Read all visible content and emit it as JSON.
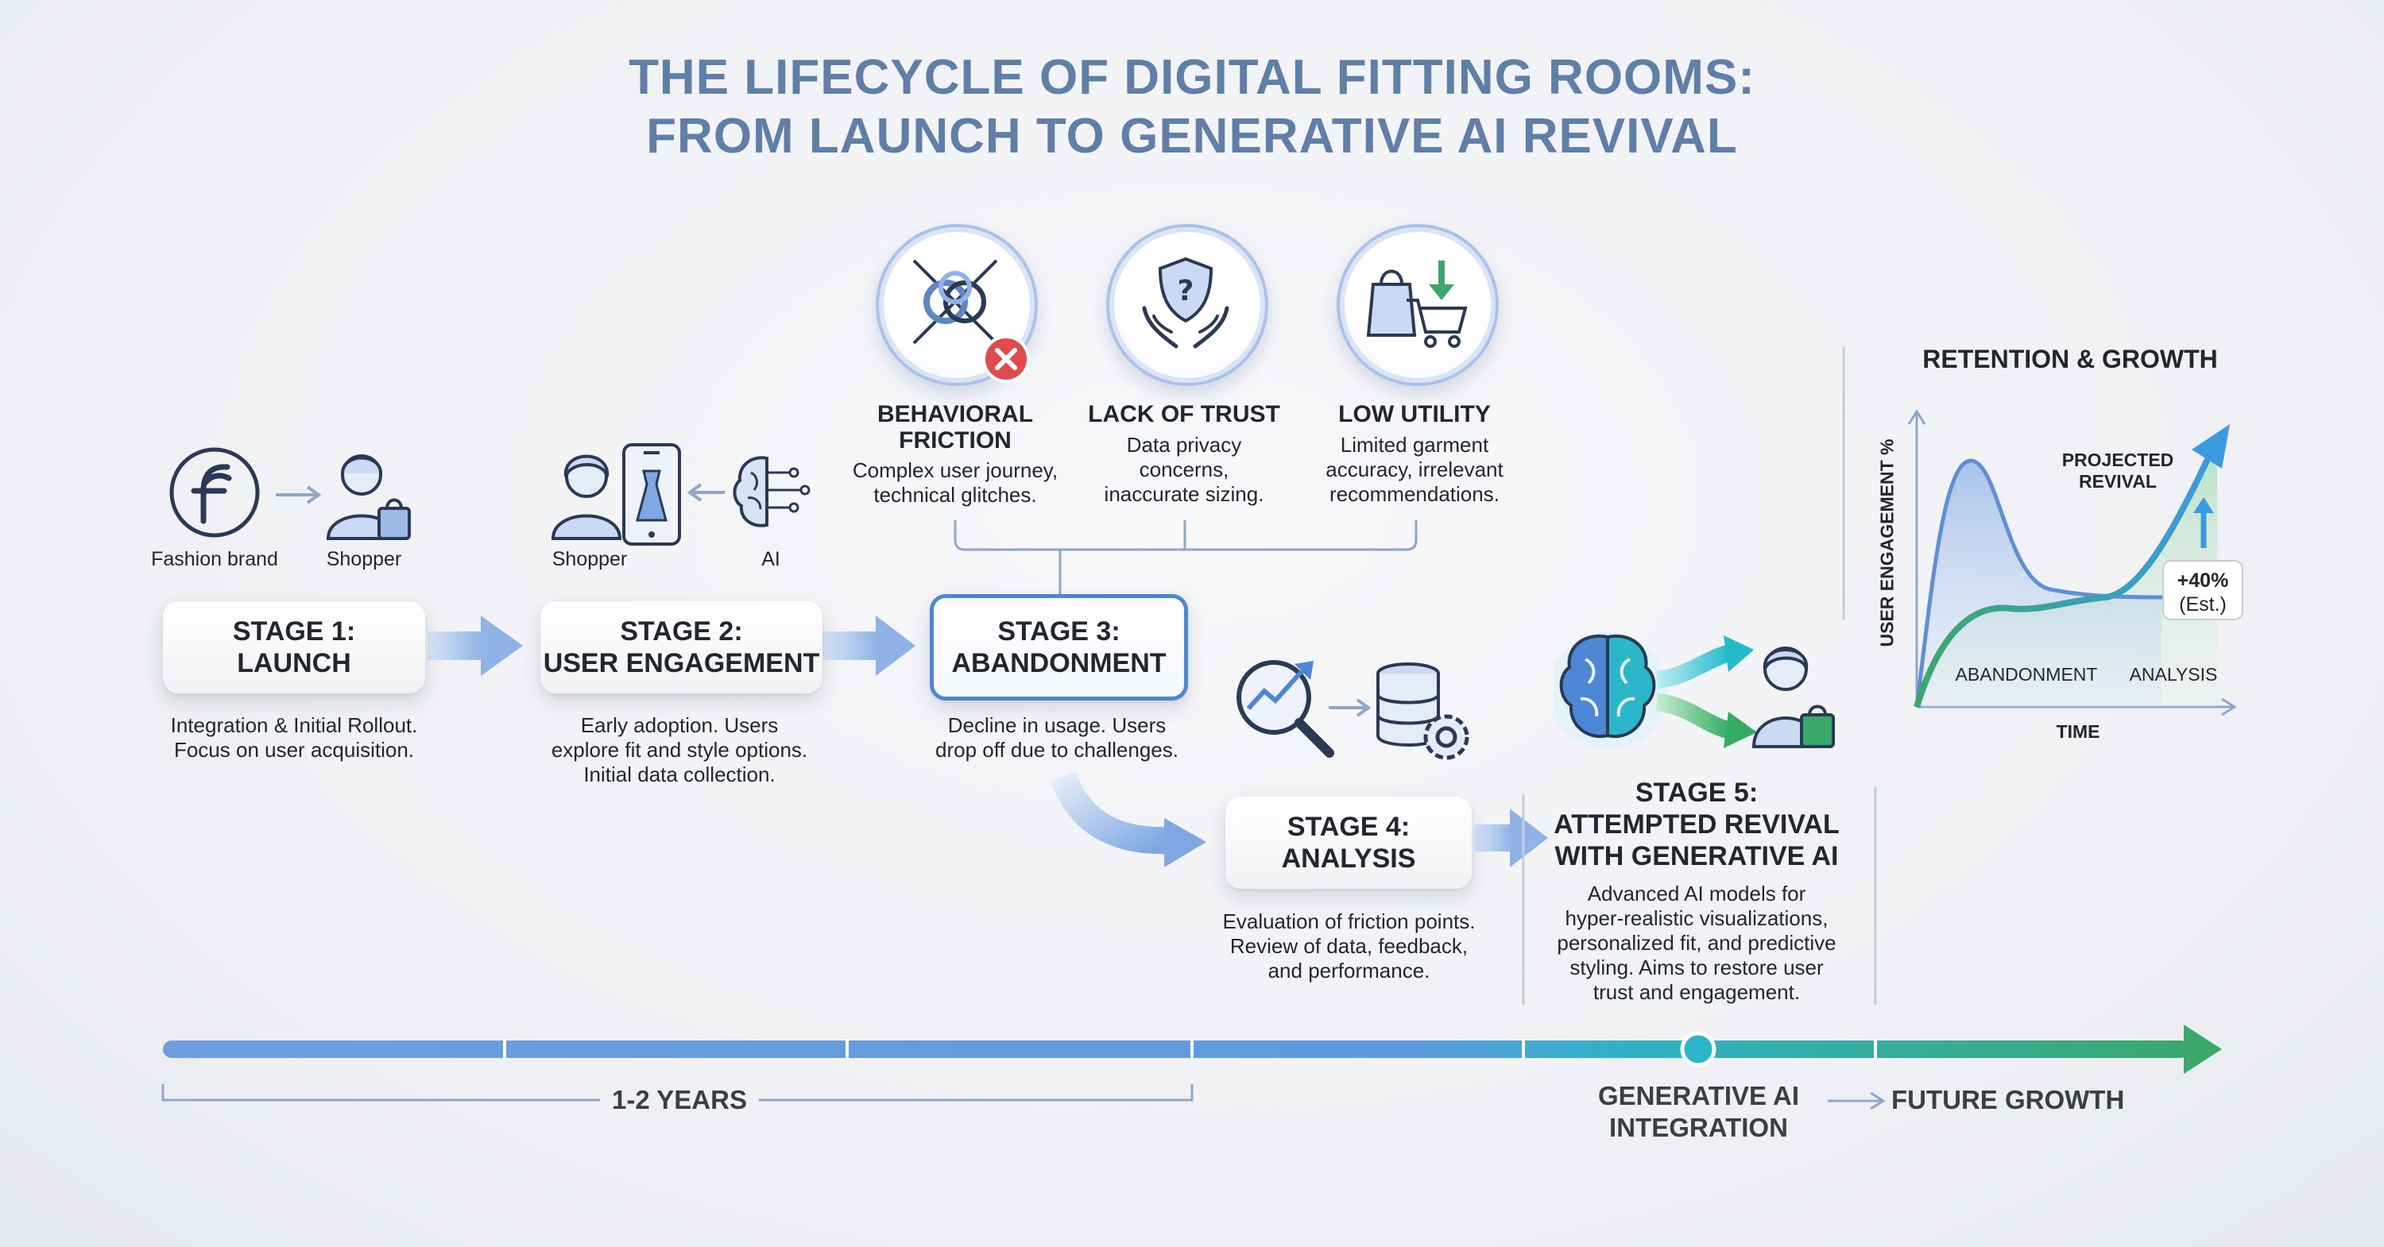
{
  "title": {
    "line1": "THE LIFECYCLE OF DIGITAL FITTING ROOMS:",
    "line2": "FROM LAUNCH TO GENERATIVE AI REVIVAL"
  },
  "stage1": {
    "icon_labels": [
      "Fashion brand",
      "Shopper"
    ],
    "title_l1": "STAGE 1:",
    "title_l2": "LAUNCH",
    "desc": [
      "Integration & Initial Rollout.",
      "Focus on user acquisition."
    ]
  },
  "stage2": {
    "icon_labels": [
      "Shopper",
      "AI"
    ],
    "title_l1": "STAGE 2:",
    "title_l2": "USER ENGAGEMENT",
    "desc": [
      "Early adoption. Users",
      "explore fit and style options.",
      "Initial data collection."
    ]
  },
  "challenges": [
    {
      "title_l1": "BEHAVIORAL",
      "title_l2": "FRICTION",
      "desc": [
        "Complex user journey,",
        "technical glitches."
      ]
    },
    {
      "title_l1": "LACK OF TRUST",
      "title_l2": "",
      "desc": [
        "Data privacy",
        "concerns,",
        "inaccurate sizing."
      ]
    },
    {
      "title_l1": "LOW UTILITY",
      "title_l2": "",
      "desc": [
        "Limited garment",
        "accuracy, irrelevant",
        "recommendations."
      ]
    }
  ],
  "stage3": {
    "title_l1": "STAGE 3:",
    "title_l2": "ABANDONMENT",
    "desc": [
      "Decline in usage. Users",
      "drop off due to challenges."
    ]
  },
  "stage4": {
    "title_l1": "STAGE 4:",
    "title_l2": "ANALYSIS",
    "desc": [
      "Evaluation of friction points.",
      "Review of data, feedback,",
      "and performance."
    ]
  },
  "stage5": {
    "title_l1": "STAGE 5:",
    "title_l2": "ATTEMPTED REVIVAL",
    "title_l3": "WITH GENERATIVE AI",
    "desc": [
      "Advanced AI models for",
      "hyper-realistic visualizations,",
      "personalized fit, and predictive",
      "styling. Aims to restore user",
      "trust and engagement."
    ]
  },
  "timeline": {
    "years_label": "1-2 YEARS",
    "genai_l1": "GENERATIVE AI",
    "genai_l2": "INTEGRATION",
    "future": "FUTURE GROWTH"
  },
  "chart": {
    "title": "RETENTION & GROWTH",
    "ylabel": "USER ENGAGEMENT %",
    "xlabel": "TIME",
    "label_abandonment": "ABANDONMENT",
    "label_analysis": "ANALYSIS",
    "projected_l1": "PROJECTED",
    "projected_l2": "REVIVAL",
    "callout_l1": "+40%",
    "callout_l2": "(Est.)"
  },
  "colors": {
    "accent_blue": "#4e86d6",
    "light_blue": "#a9c3e8",
    "teal": "#2bb7c9",
    "green": "#3aa86b",
    "title_blue": "#5f7fa8",
    "error_red": "#e24b4b"
  }
}
